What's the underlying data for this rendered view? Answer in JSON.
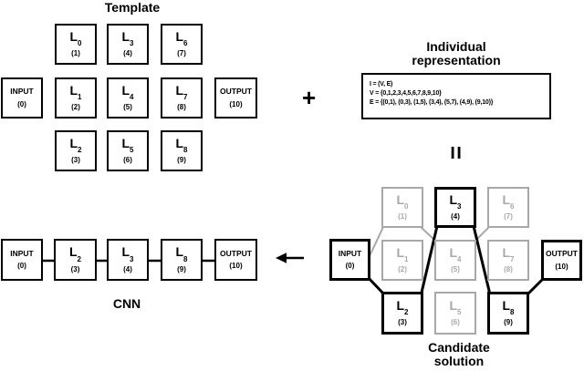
{
  "colors": {
    "active": "#000000",
    "inactive": "#a8a8a8"
  },
  "operators": {
    "plus": "+",
    "equals": "="
  },
  "template": {
    "title": "Template",
    "boxes": [
      {
        "label": "L",
        "subscript": "0",
        "id": "(1)"
      },
      {
        "label": "L",
        "subscript": "3",
        "id": "(4)"
      },
      {
        "label": "L",
        "subscript": "6",
        "id": "(7)"
      },
      {
        "label": "INPUT",
        "subscript": "",
        "id": "(0)"
      },
      {
        "label": "L",
        "subscript": "1",
        "id": "(2)"
      },
      {
        "label": "L",
        "subscript": "4",
        "id": "(5)"
      },
      {
        "label": "L",
        "subscript": "7",
        "id": "(8)"
      },
      {
        "label": "OUTPUT",
        "subscript": "",
        "id": "(10)"
      },
      {
        "label": "L",
        "subscript": "2",
        "id": "(3)"
      },
      {
        "label": "L",
        "subscript": "5",
        "id": "(6)"
      },
      {
        "label": "L",
        "subscript": "8",
        "id": "(9)"
      }
    ]
  },
  "individual": {
    "title_line1": "Individual",
    "title_line2": "representation",
    "lines": [
      "I = (V, E)",
      "V = {0,1,2,3,4,5,6,7,8,9,10}",
      "E = {(0,1), (0,3), (1,5), (3,4), (5,7), (4,9), (9,10)}"
    ]
  },
  "cnn": {
    "title": "CNN",
    "boxes": [
      {
        "label": "INPUT",
        "subscript": "",
        "id": "(0)"
      },
      {
        "label": "L",
        "subscript": "2",
        "id": "(3)"
      },
      {
        "label": "L",
        "subscript": "3",
        "id": "(4)"
      },
      {
        "label": "L",
        "subscript": "8",
        "id": "(9)"
      },
      {
        "label": "OUTPUT",
        "subscript": "",
        "id": "(10)"
      }
    ]
  },
  "candidate": {
    "title_line1": "Candidate",
    "title_line2": "solution",
    "boxes": [
      {
        "label": "L",
        "subscript": "0",
        "id": "(1)",
        "state": "inactive"
      },
      {
        "label": "L",
        "subscript": "3",
        "id": "(4)",
        "state": "active"
      },
      {
        "label": "L",
        "subscript": "6",
        "id": "(7)",
        "state": "inactive"
      },
      {
        "label": "INPUT",
        "subscript": "",
        "id": "(0)",
        "state": "active"
      },
      {
        "label": "L",
        "subscript": "1",
        "id": "(2)",
        "state": "inactive"
      },
      {
        "label": "L",
        "subscript": "4",
        "id": "(5)",
        "state": "inactive"
      },
      {
        "label": "L",
        "subscript": "7",
        "id": "(8)",
        "state": "inactive"
      },
      {
        "label": "OUTPUT",
        "subscript": "",
        "id": "(10)",
        "state": "active"
      },
      {
        "label": "L",
        "subscript": "2",
        "id": "(3)",
        "state": "active"
      },
      {
        "label": "L",
        "subscript": "5",
        "id": "(6)",
        "state": "inactive"
      },
      {
        "label": "L",
        "subscript": "8",
        "id": "(9)",
        "state": "active"
      }
    ],
    "edges": [
      {
        "from": "0",
        "to": "1",
        "state": "inactive"
      },
      {
        "from": "1",
        "to": "5",
        "state": "inactive"
      },
      {
        "from": "5",
        "to": "7",
        "state": "inactive"
      },
      {
        "from": "0",
        "to": "3",
        "state": "active"
      },
      {
        "from": "3",
        "to": "4",
        "state": "active"
      },
      {
        "from": "4",
        "to": "9",
        "state": "active"
      },
      {
        "from": "9",
        "to": "10",
        "state": "active"
      }
    ]
  }
}
